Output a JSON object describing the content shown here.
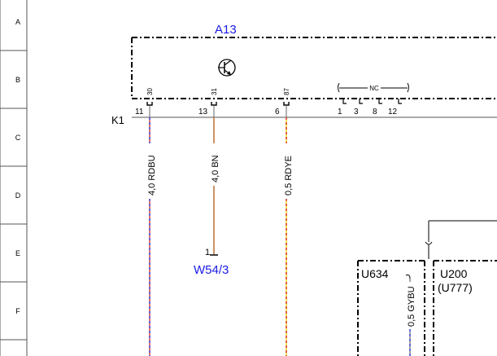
{
  "rows": [
    "A",
    "B",
    "C",
    "D",
    "E",
    "F"
  ],
  "components": {
    "a13": "A13",
    "k1": "K1",
    "w54": "W54/3",
    "w54_pin": "1",
    "u634": "U634",
    "u200": "U200",
    "u777": "(U777)"
  },
  "pins": {
    "top": [
      "30",
      "31",
      "87"
    ],
    "bottom": [
      "11",
      "13",
      "6"
    ],
    "nc_label": "NC",
    "nc_pins": [
      "1",
      "3",
      "8",
      "12"
    ]
  },
  "wires": {
    "rdbu": "4,0 RDBU",
    "bn": "4,0 BN",
    "rdye": "0,5 RDYE",
    "gybu": "0,5 GYBU"
  },
  "colors": {
    "red": "#e0524a",
    "blue": "#4a5ae0",
    "brown": "#c2783c",
    "yellow": "#f0e040",
    "gray": "#909090",
    "label_blue": "#1a1ae6"
  }
}
